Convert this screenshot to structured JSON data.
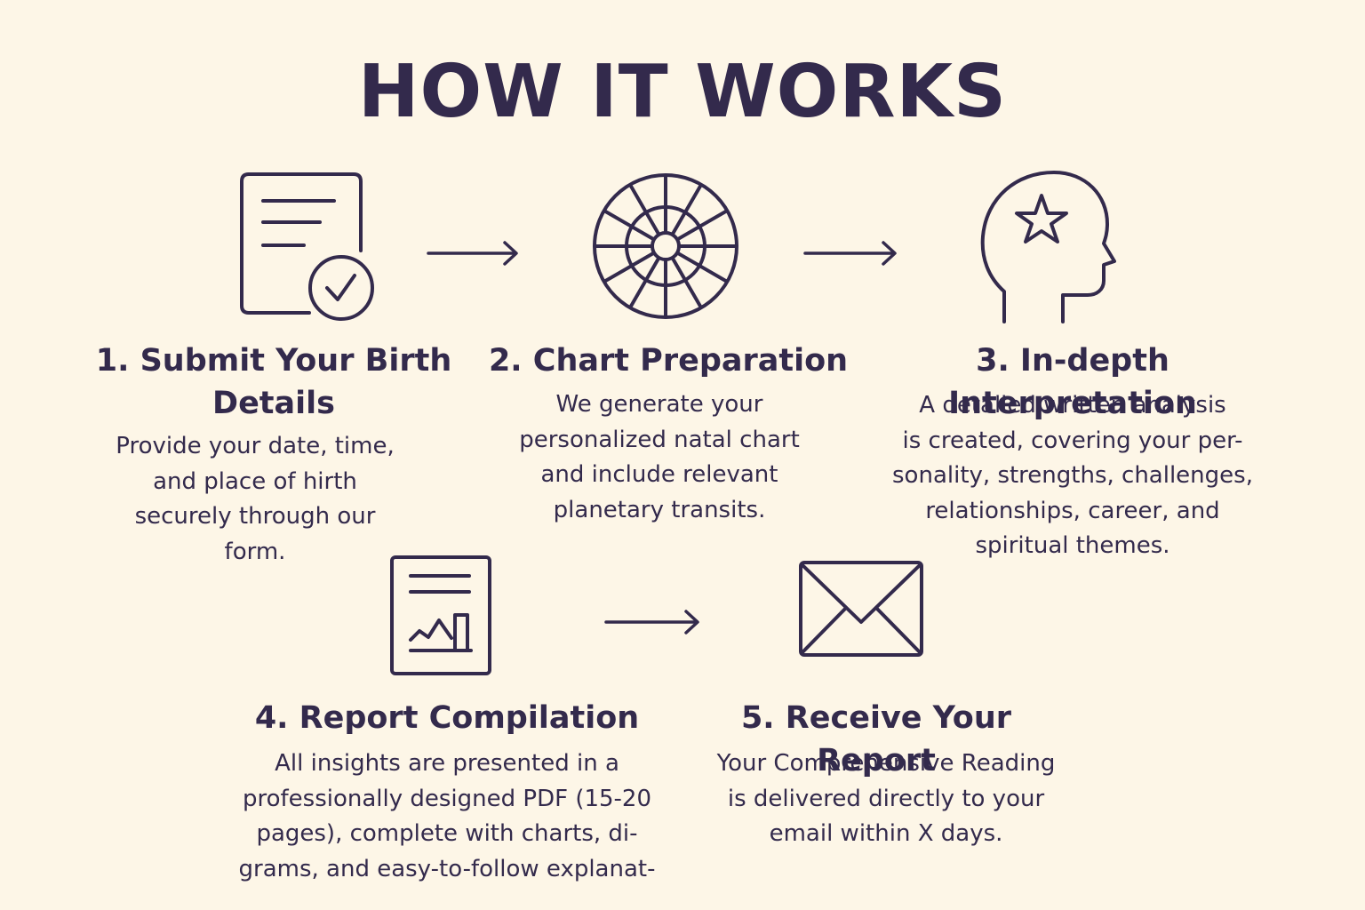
{
  "title": "HOW IT WORKS",
  "colors": {
    "background": "#fdf6e7",
    "ink": "#332a4c"
  },
  "steps": [
    {
      "icon": "document-check-icon",
      "title": "1. Submit Your Birth\nDetails",
      "description": "Provide your date, time,\nand place of hirth\nsecurely through our\nform."
    },
    {
      "icon": "astrology-wheel-icon",
      "title": "2. Chart Preparation",
      "description": "We generate your\npersonalized natal chart\nand include relevant\nplanetary transits."
    },
    {
      "icon": "head-star-icon",
      "title": "3. In-depth Interpretation",
      "description": "A detalled written analysis\nis created, covering your per-\nsonality, strengths, challenges,\nrelationships, career, and\nspiritual themes."
    },
    {
      "icon": "report-chart-icon",
      "title": "4. Report Compilation",
      "description": "All insights are presented in a\nprofessionally designed PDF (15-20\npages), complete with charts, di-\ngrams, and easy-to-follow explanat-"
    },
    {
      "icon": "envelope-icon",
      "title": "5. Receive Your Report",
      "description": "Your Comprehensive Reading\nis delivered directly to your\nemail within X days."
    }
  ]
}
